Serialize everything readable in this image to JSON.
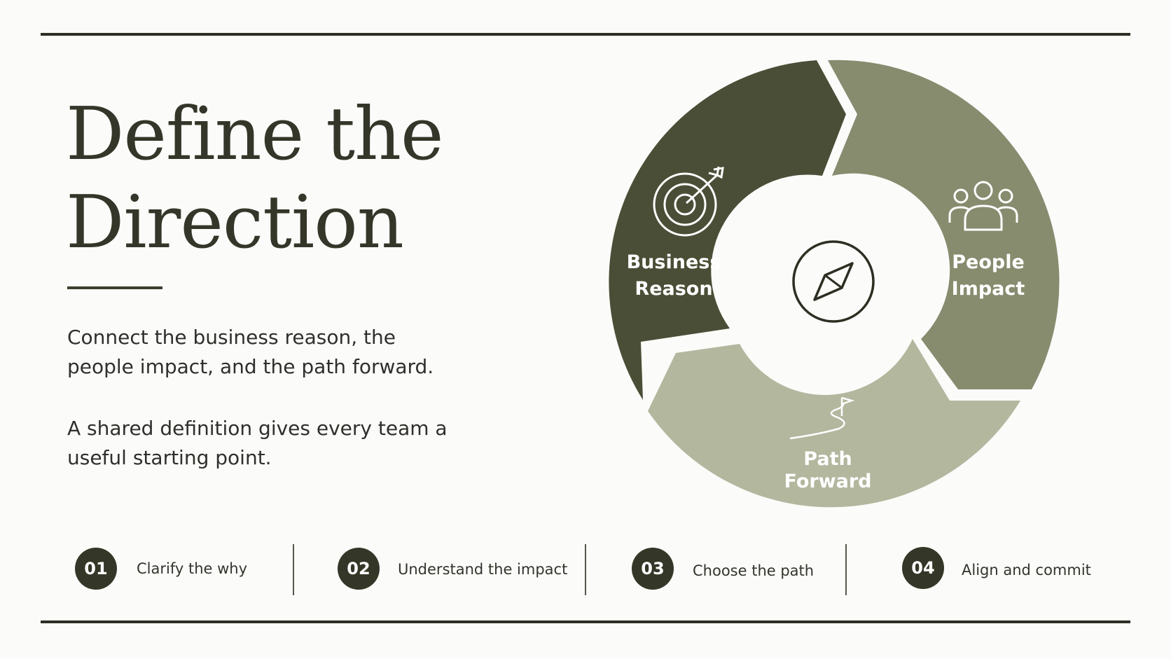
{
  "title": {
    "line1": "Define the",
    "line2": "Direction"
  },
  "body": {
    "paragraph1": "Connect the business reason, the people impact, and the path forward.",
    "paragraph2": "A shared definition gives every team a useful starting point."
  },
  "cycle": {
    "segments": [
      {
        "line1": "Business",
        "line2": "Reason",
        "icon": "target-icon",
        "color": "#4a4e36"
      },
      {
        "line1": "People",
        "line2": "Impact",
        "icon": "people-icon",
        "color": "#878c6f"
      },
      {
        "line1": "Path",
        "line2": "Forward",
        "icon": "path-flag-icon",
        "color": "#b2b79e"
      }
    ],
    "center_icon": "compass-icon"
  },
  "steps": [
    {
      "num": "01",
      "label": "Clarify the why"
    },
    {
      "num": "02",
      "label": "Understand the impact"
    },
    {
      "num": "03",
      "label": "Choose the path"
    },
    {
      "num": "04",
      "label": "Align and commit"
    }
  ],
  "colors": {
    "dark": "#2c2f22",
    "segment_dark": "#4a4e36",
    "segment_mid": "#878c6f",
    "segment_light": "#b2b79e",
    "background": "#fbfbf9"
  }
}
